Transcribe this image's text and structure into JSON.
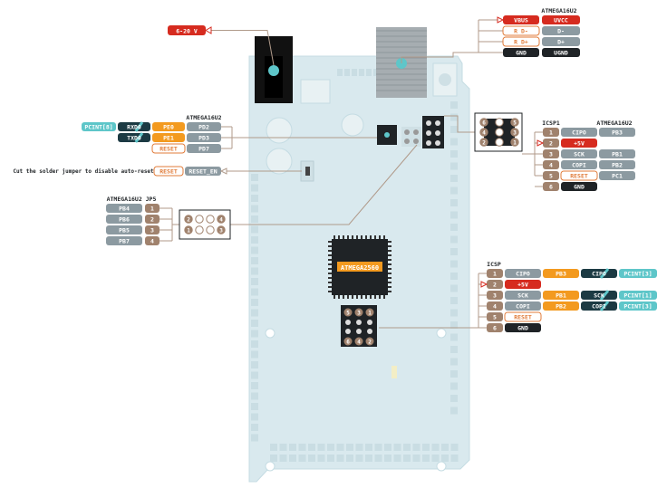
{
  "colors": {
    "board": "#d9e9ee",
    "board_edge": "#c5dce3",
    "pin_num": "#a0826d",
    "grey": "#8c9aa1",
    "teal": "#5ec6c9",
    "orange": "#f39a1f",
    "red": "#d62b1f",
    "black": "#1f2326",
    "dark_teal": "#1c3a43",
    "outline_orange": "#e07b39",
    "wire": "#b09a8a",
    "ground_bar": "#111111"
  },
  "icons": {
    "jack": "power-jack-icon",
    "usb": "usb-connector-icon",
    "chip": "ic-chip-icon",
    "header": "pin-header-icon"
  },
  "power": {
    "label": "6-20 V"
  },
  "usb": {
    "title": "ATMEGA16U2",
    "rows": [
      {
        "left": "VBUS",
        "right": "UVCC",
        "style": "red"
      },
      {
        "left": "R D-",
        "right": "D-",
        "style": "outline"
      },
      {
        "left": "R D+",
        "right": "D+",
        "style": "outline"
      },
      {
        "left": "GND",
        "right": "UGND",
        "style": "black"
      }
    ]
  },
  "serial": {
    "title": "ATMEGA16U2",
    "pcint_label": "PCINT[8]",
    "rows": [
      {
        "func": "RXD0",
        "port": "PE0",
        "pin": "PD2"
      },
      {
        "func": "TXD0",
        "port": "PE1",
        "pin": "PD3"
      },
      {
        "func": "",
        "port": "RESET",
        "pin": "PD7"
      }
    ]
  },
  "reset_jumper": {
    "note": "Cut the solder jumper to disable auto-reset",
    "left": "RESET",
    "right": "RESET_EN"
  },
  "jp5": {
    "title": "ATMEGA16U2 JP5",
    "rows": [
      {
        "name": "PB4",
        "num": "1"
      },
      {
        "name": "PB6",
        "num": "2"
      },
      {
        "name": "PB5",
        "num": "3"
      },
      {
        "name": "PB7",
        "num": "4"
      }
    ],
    "header_top": [
      "2",
      "",
      "",
      "4"
    ],
    "header_bottom": [
      "1",
      "",
      "",
      "3"
    ]
  },
  "icsp1": {
    "title": "ICSP1",
    "subtitle": "ATMEGA16U2",
    "header_rows": [
      [
        "6",
        "",
        "5"
      ],
      [
        "4",
        "",
        "3"
      ],
      [
        "2",
        "",
        "1"
      ]
    ],
    "rows": [
      {
        "num": "1",
        "name": "CIPO",
        "pin": "PB3",
        "style": "grey"
      },
      {
        "num": "2",
        "name": "+5V",
        "pin": "",
        "style": "red"
      },
      {
        "num": "3",
        "name": "SCK",
        "pin": "PB1",
        "style": "grey"
      },
      {
        "num": "4",
        "name": "COPI",
        "pin": "PB2",
        "style": "grey"
      },
      {
        "num": "5",
        "name": "RESET",
        "pin": "PC1",
        "style": "outline"
      },
      {
        "num": "6",
        "name": "GND",
        "pin": "",
        "style": "black"
      }
    ]
  },
  "icsp": {
    "title": "ICSP",
    "header_top": [
      "5",
      "3",
      "1"
    ],
    "header_bottom": [
      "6",
      "4",
      "2"
    ],
    "rows": [
      {
        "num": "1",
        "name": "CIPO",
        "port": "PB3",
        "func": "CIPO",
        "pcint": "PCINT[3]",
        "style": "grey"
      },
      {
        "num": "2",
        "name": "+5V",
        "port": "",
        "func": "",
        "pcint": "",
        "style": "red"
      },
      {
        "num": "3",
        "name": "SCK",
        "port": "PB1",
        "func": "SCK",
        "pcint": "PCINT[1]",
        "style": "grey"
      },
      {
        "num": "4",
        "name": "COPI",
        "port": "PB2",
        "func": "COPI",
        "pcint": "PCINT[3]",
        "style": "grey"
      },
      {
        "num": "5",
        "name": "RESET",
        "port": "",
        "func": "",
        "pcint": "",
        "style": "outline"
      },
      {
        "num": "6",
        "name": "GND",
        "port": "",
        "func": "",
        "pcint": "",
        "style": "black"
      }
    ]
  },
  "main_chip": {
    "label": "ATMEGA2560"
  }
}
